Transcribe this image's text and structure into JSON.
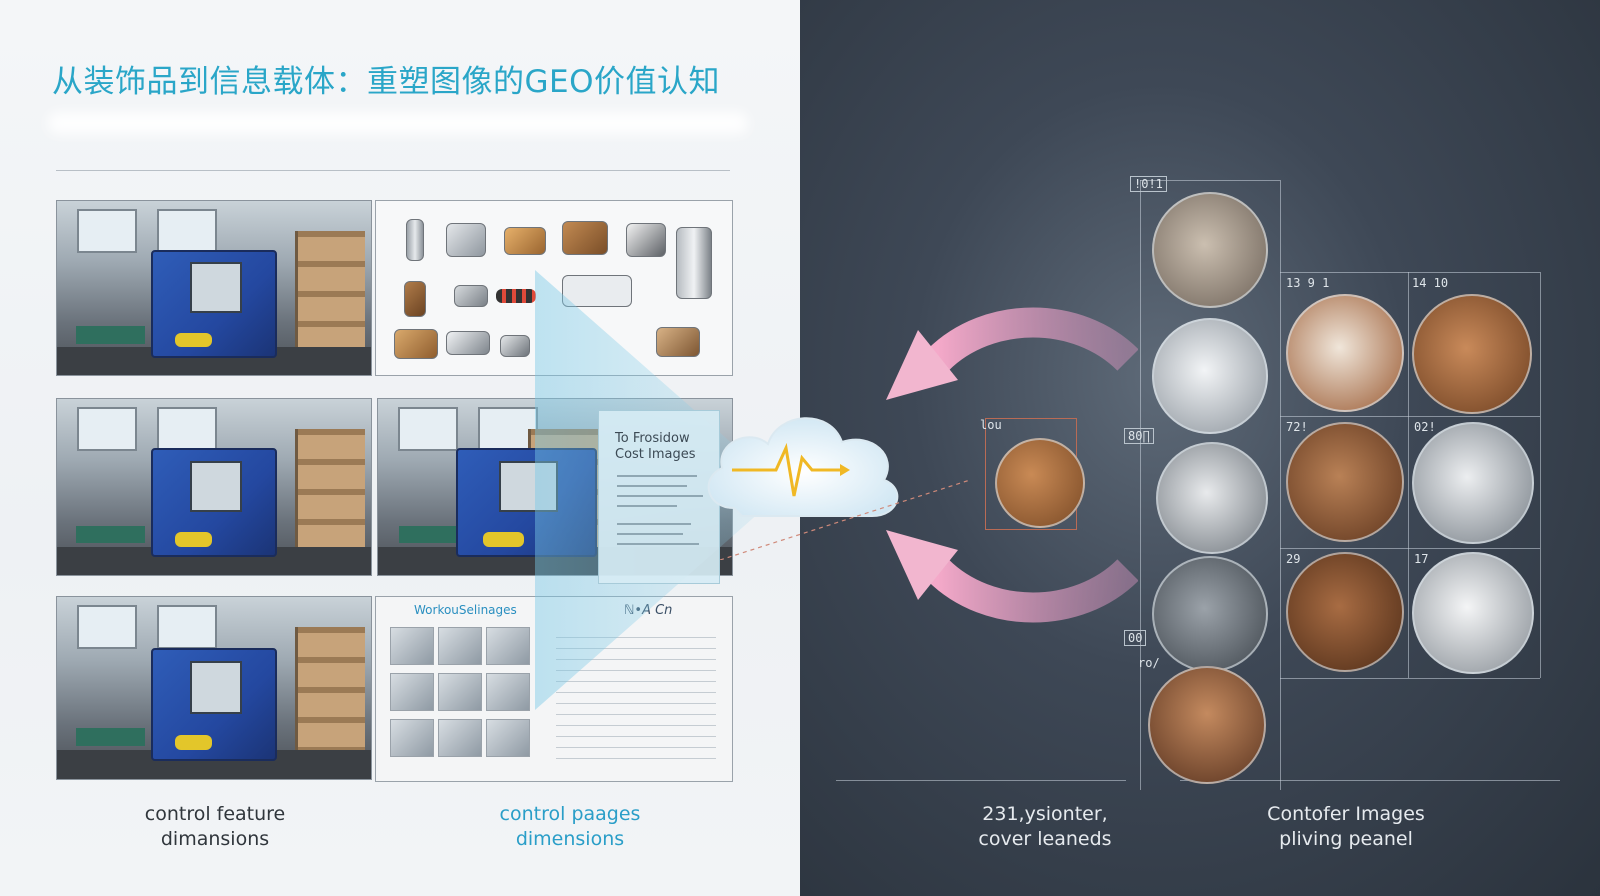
{
  "title": "从装饰品到信息载体：重塑图像的GEO价值认知",
  "overlay_card": {
    "title_line1": "To Frosidow",
    "title_line2": "Cost Images"
  },
  "doc_panel": {
    "header": "WorkouSelinages",
    "header_right": "ℕ•A Cn"
  },
  "tags": {
    "t_top": "!0!1",
    "t_1391": "13 9 1",
    "t_1410": "14 10",
    "t_lou": "lou",
    "t_80n": "80∏",
    "t_721": "72!",
    "t_021": "02!",
    "t_29": "29",
    "t_17": "17",
    "t_00": "00",
    "t_rol": "ro/"
  },
  "captions": {
    "c1_line1": "control feature",
    "c1_line2": "dimansions",
    "c2_line1": "control paages",
    "c2_line2": "dimensions",
    "c3_line1": "231,ysionter,",
    "c3_line2": "cover leaneds",
    "c4_line1": "Contofer Images",
    "c4_line2": "pliving peanel"
  },
  "colors": {
    "title": "#2aa6c8",
    "caption_accent": "#2a9ec8",
    "arrow_pink": "#f2b6cf",
    "spark": "#f0b824"
  }
}
